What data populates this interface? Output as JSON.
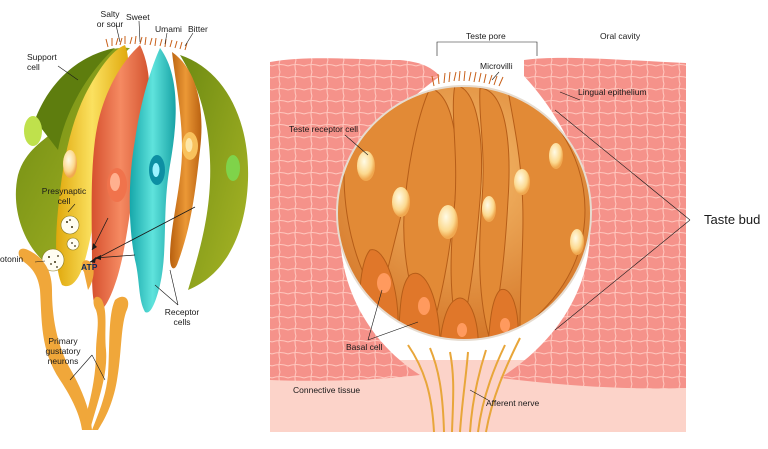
{
  "left_panel": {
    "labels": {
      "salty_sour_line1": "Salty",
      "salty_sour_line2": "or sour",
      "sweet": "Sweet",
      "umami": "Umami",
      "bitter": "Bitter",
      "support_cell_line1": "Support",
      "support_cell_line2": "cell",
      "presynaptic_line1": "Presynaptic",
      "presynaptic_line2": "cell",
      "serotonin": "otonin",
      "atp": "ATP",
      "receptor_cells_line1": "Receptor",
      "receptor_cells_line2": "cells",
      "primary_line1": "Primary",
      "primary_line2": "gustatory",
      "primary_line3": "neurons"
    },
    "colors": {
      "support": "#8a9a1c",
      "presynaptic": "#e8c21a",
      "salty_sour": "#e86a4a",
      "sweet": "#2fc4c0",
      "umami": "#d8781e",
      "bitter": "#8fa41c",
      "neuron": "#f0a73a"
    }
  },
  "right_panel": {
    "labels": {
      "taste_pore": "Teste pore",
      "oral_cavity": "Oral cavity",
      "microvilli": "Microvilli",
      "lingual_epithelium": "Lingual epithelium",
      "taste_receptor_cell": "Teste receptor cell",
      "taste_bud": "Taste bud",
      "basal_cell": "Basal cell",
      "connective_tissue": "Connective tissue",
      "afferent_nerve": "Afferent nerve"
    },
    "colors": {
      "epithelium": "#f58f86",
      "epithelium_line": "#ffc4bc",
      "connective": "#fcd2c8",
      "bud": "#f0a24a",
      "bud_dark": "#c86a1c",
      "nucleus": "#fde2a8",
      "nerve": "#e8a63a"
    }
  }
}
